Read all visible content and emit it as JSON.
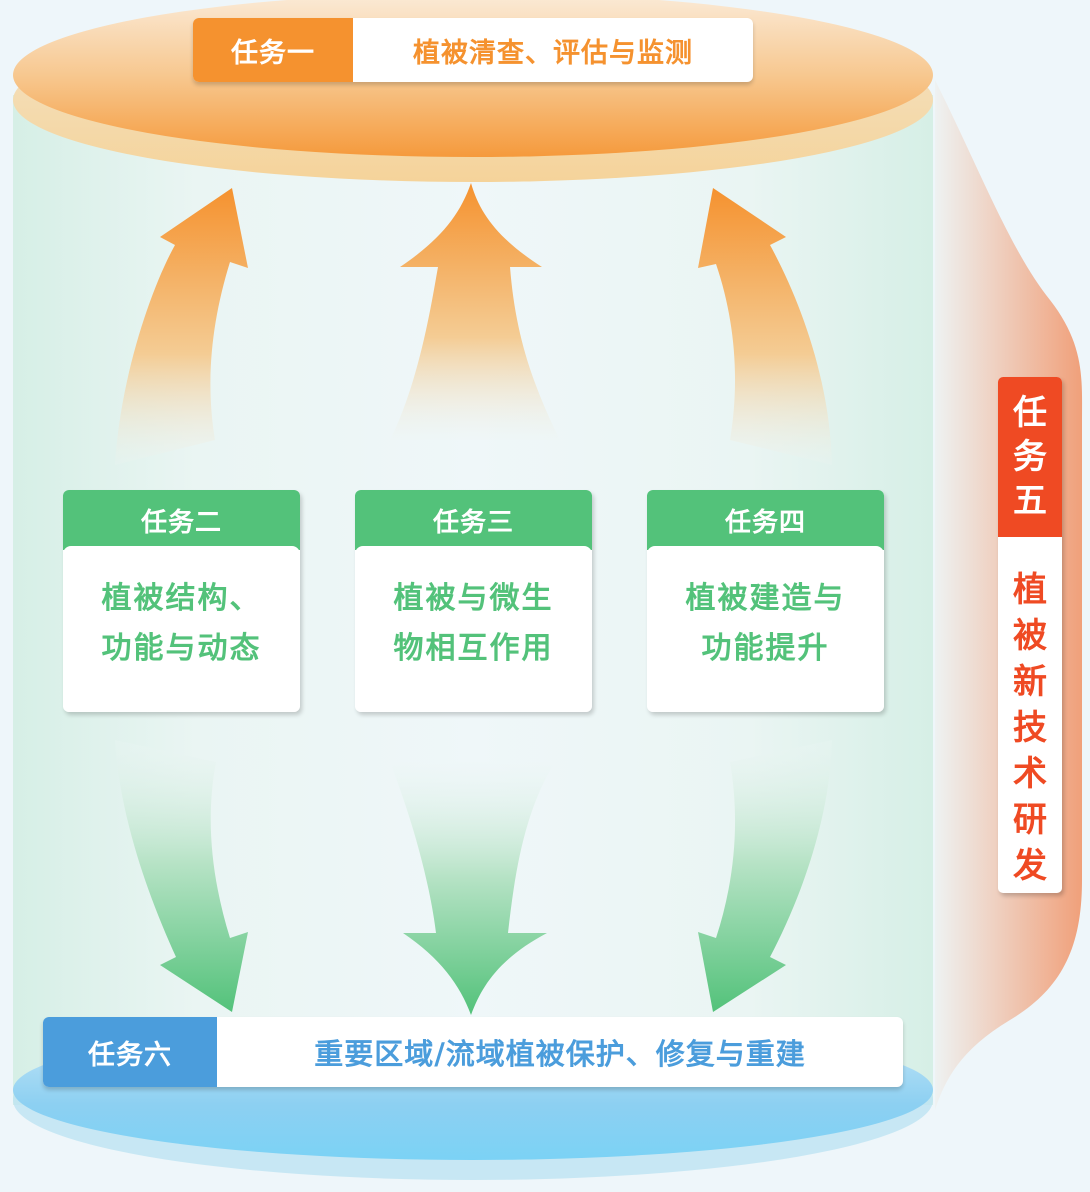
{
  "colors": {
    "task1": "#f5922f",
    "tasks_green": "#53c27a",
    "task5": "#ef4a23",
    "task6": "#4b9ddc",
    "background": "#eef6fa"
  },
  "task1": {
    "label": "任务一",
    "desc": "植被清查、评估与监测"
  },
  "tasks_middle": [
    {
      "label": "任务二",
      "line1": "植被结构、",
      "line2": "功能与动态"
    },
    {
      "label": "任务三",
      "line1": "植被与微生",
      "line2": "物相互作用"
    },
    {
      "label": "任务四",
      "line1": "植被建造与",
      "line2": "功能提升"
    }
  ],
  "task5": {
    "label_chars": [
      "任",
      "务",
      "五"
    ],
    "desc_chars": [
      "植",
      "被",
      "新",
      "技",
      "术",
      "研",
      "发"
    ]
  },
  "task6": {
    "label": "任务六",
    "desc": "重要区域/流域植被保护、修复与重建"
  },
  "arrows": {
    "up": [
      "task2-to-task1",
      "task3-to-task1",
      "task4-to-task1"
    ],
    "down": [
      "task2-to-task6",
      "task3-to-task6",
      "task4-to-task6"
    ]
  }
}
